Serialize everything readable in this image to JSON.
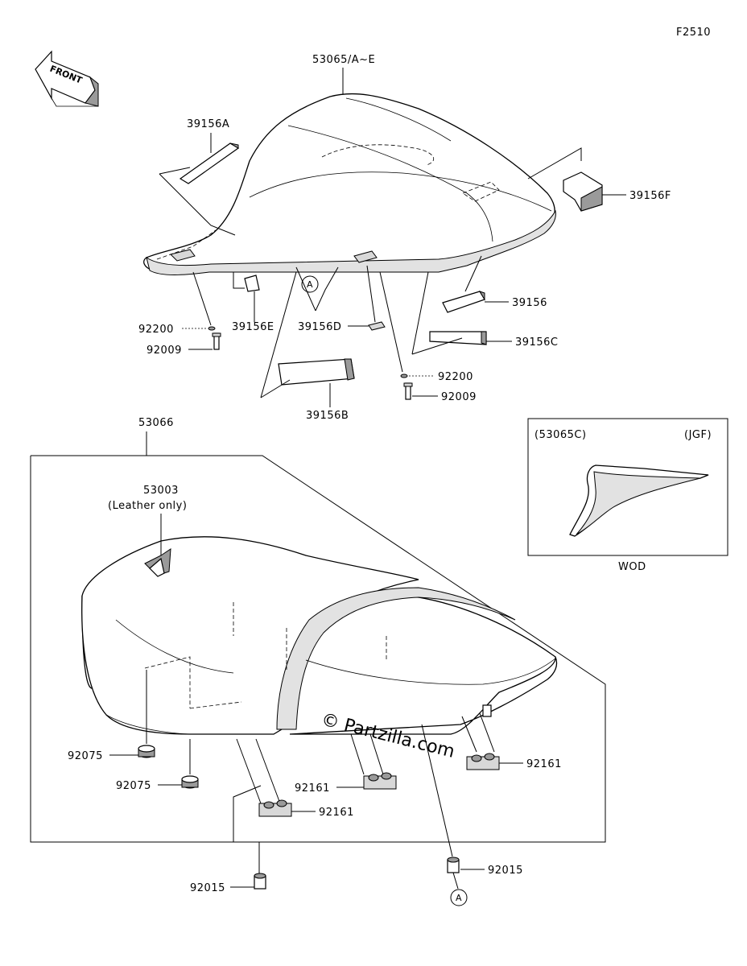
{
  "figure_code": "F2510",
  "front_arrow_label": "FRONT",
  "callouts": {
    "seat_cover_top": "53065/A~E",
    "pad_39156A": "39156A",
    "pad_39156F": "39156F",
    "pad_39156": "39156",
    "pad_39156C": "39156C",
    "pad_39156E": "39156E",
    "pad_39156D": "39156D",
    "pad_39156B": "39156B",
    "washer_left": "92200",
    "bolt_left": "92009",
    "washer_right": "92200",
    "bolt_right": "92009",
    "ref_A_top": "A",
    "seat_assy": "53066",
    "emblem": "53003",
    "emblem_note": "(Leather only)",
    "damper_1": "92075",
    "damper_2": "92075",
    "bracket_1": "92161",
    "bracket_2": "92161",
    "bracket_3": "92161",
    "collar_left": "92015",
    "collar_right": "92015",
    "ref_A_bottom": "A"
  },
  "inset": {
    "part_label": "(53065C)",
    "region_label": "(JGF)",
    "caption": "WOD"
  },
  "watermark": "© Partzilla.com"
}
